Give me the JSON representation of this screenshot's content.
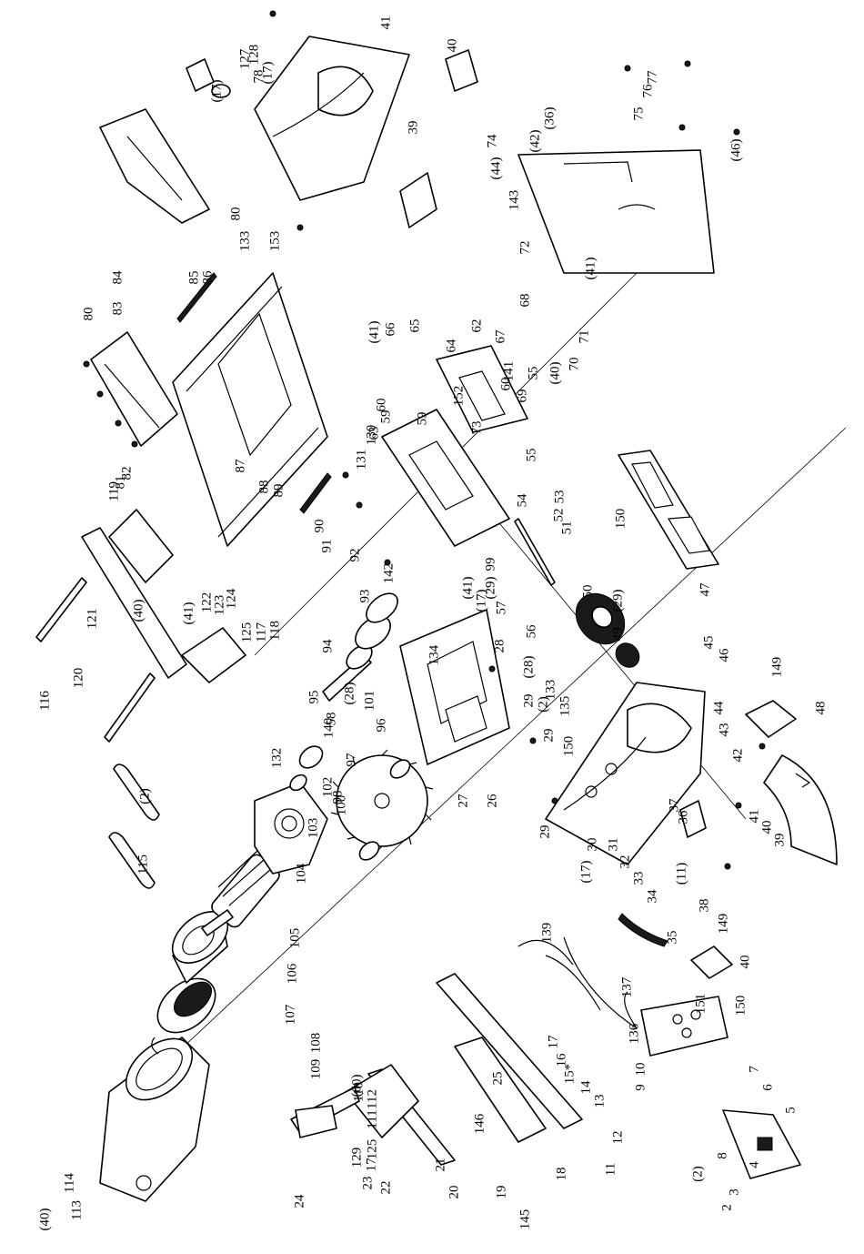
{
  "part_numbers": [
    "2",
    "3",
    "4",
    "5",
    "6",
    "7",
    "8",
    "(2)",
    "9",
    "10",
    "11",
    "12",
    "13",
    "14",
    "15*",
    "16",
    "17",
    "18",
    "19",
    "20",
    "21",
    "22",
    "23",
    "17",
    "125",
    "129",
    "24",
    "25",
    "145",
    "146",
    "136",
    "137",
    "139",
    "151",
    "150",
    "40",
    "149",
    "(11)",
    "38",
    "35",
    "34",
    "33",
    "32",
    "31",
    "30",
    "(17)",
    "29",
    "36",
    "26",
    "27",
    "28",
    "29",
    "(2)",
    "150",
    "135",
    "133",
    "134",
    "29",
    "37",
    "41",
    "40",
    "39",
    "42",
    "43",
    "44",
    "48",
    "149",
    "46",
    "45",
    "47",
    "150",
    "49",
    "(29)",
    "50",
    "51",
    "52",
    "53",
    "54",
    "55",
    "56",
    "(28)",
    "57",
    "(17)",
    "(29)",
    "(41)",
    "99",
    "100",
    "98",
    "97",
    "96",
    "101",
    "102",
    "103",
    "104",
    "105",
    "106",
    "107",
    "108",
    "109",
    "110",
    "111",
    "112",
    "(60)",
    "(40)",
    "113",
    "114",
    "115",
    "(2)",
    "116",
    "120",
    "121",
    "(40)",
    "(41)",
    "122",
    "123",
    "124",
    "125",
    "117",
    "118",
    "119",
    "81",
    "82",
    "80",
    "83",
    "84",
    "85",
    "86",
    "87",
    "88",
    "89",
    "90",
    "91",
    "92",
    "142",
    "93",
    "94",
    "95",
    "(28)",
    "58",
    "140",
    "132",
    "131",
    "130",
    "63",
    "59",
    "60",
    "152",
    "62",
    "64",
    "(41)",
    "66",
    "65",
    "59",
    "60",
    "67",
    "68",
    "69",
    "141",
    "55",
    "(40)",
    "70",
    "71",
    "(41)",
    "72",
    "73",
    "143",
    "(44)",
    "74",
    "(42)",
    "(36)",
    "(46)",
    "75",
    "76",
    "77",
    "39",
    "40",
    "41",
    "127",
    "(17)",
    "128",
    "78",
    "(17)",
    "80",
    "133",
    "153"
  ]
}
